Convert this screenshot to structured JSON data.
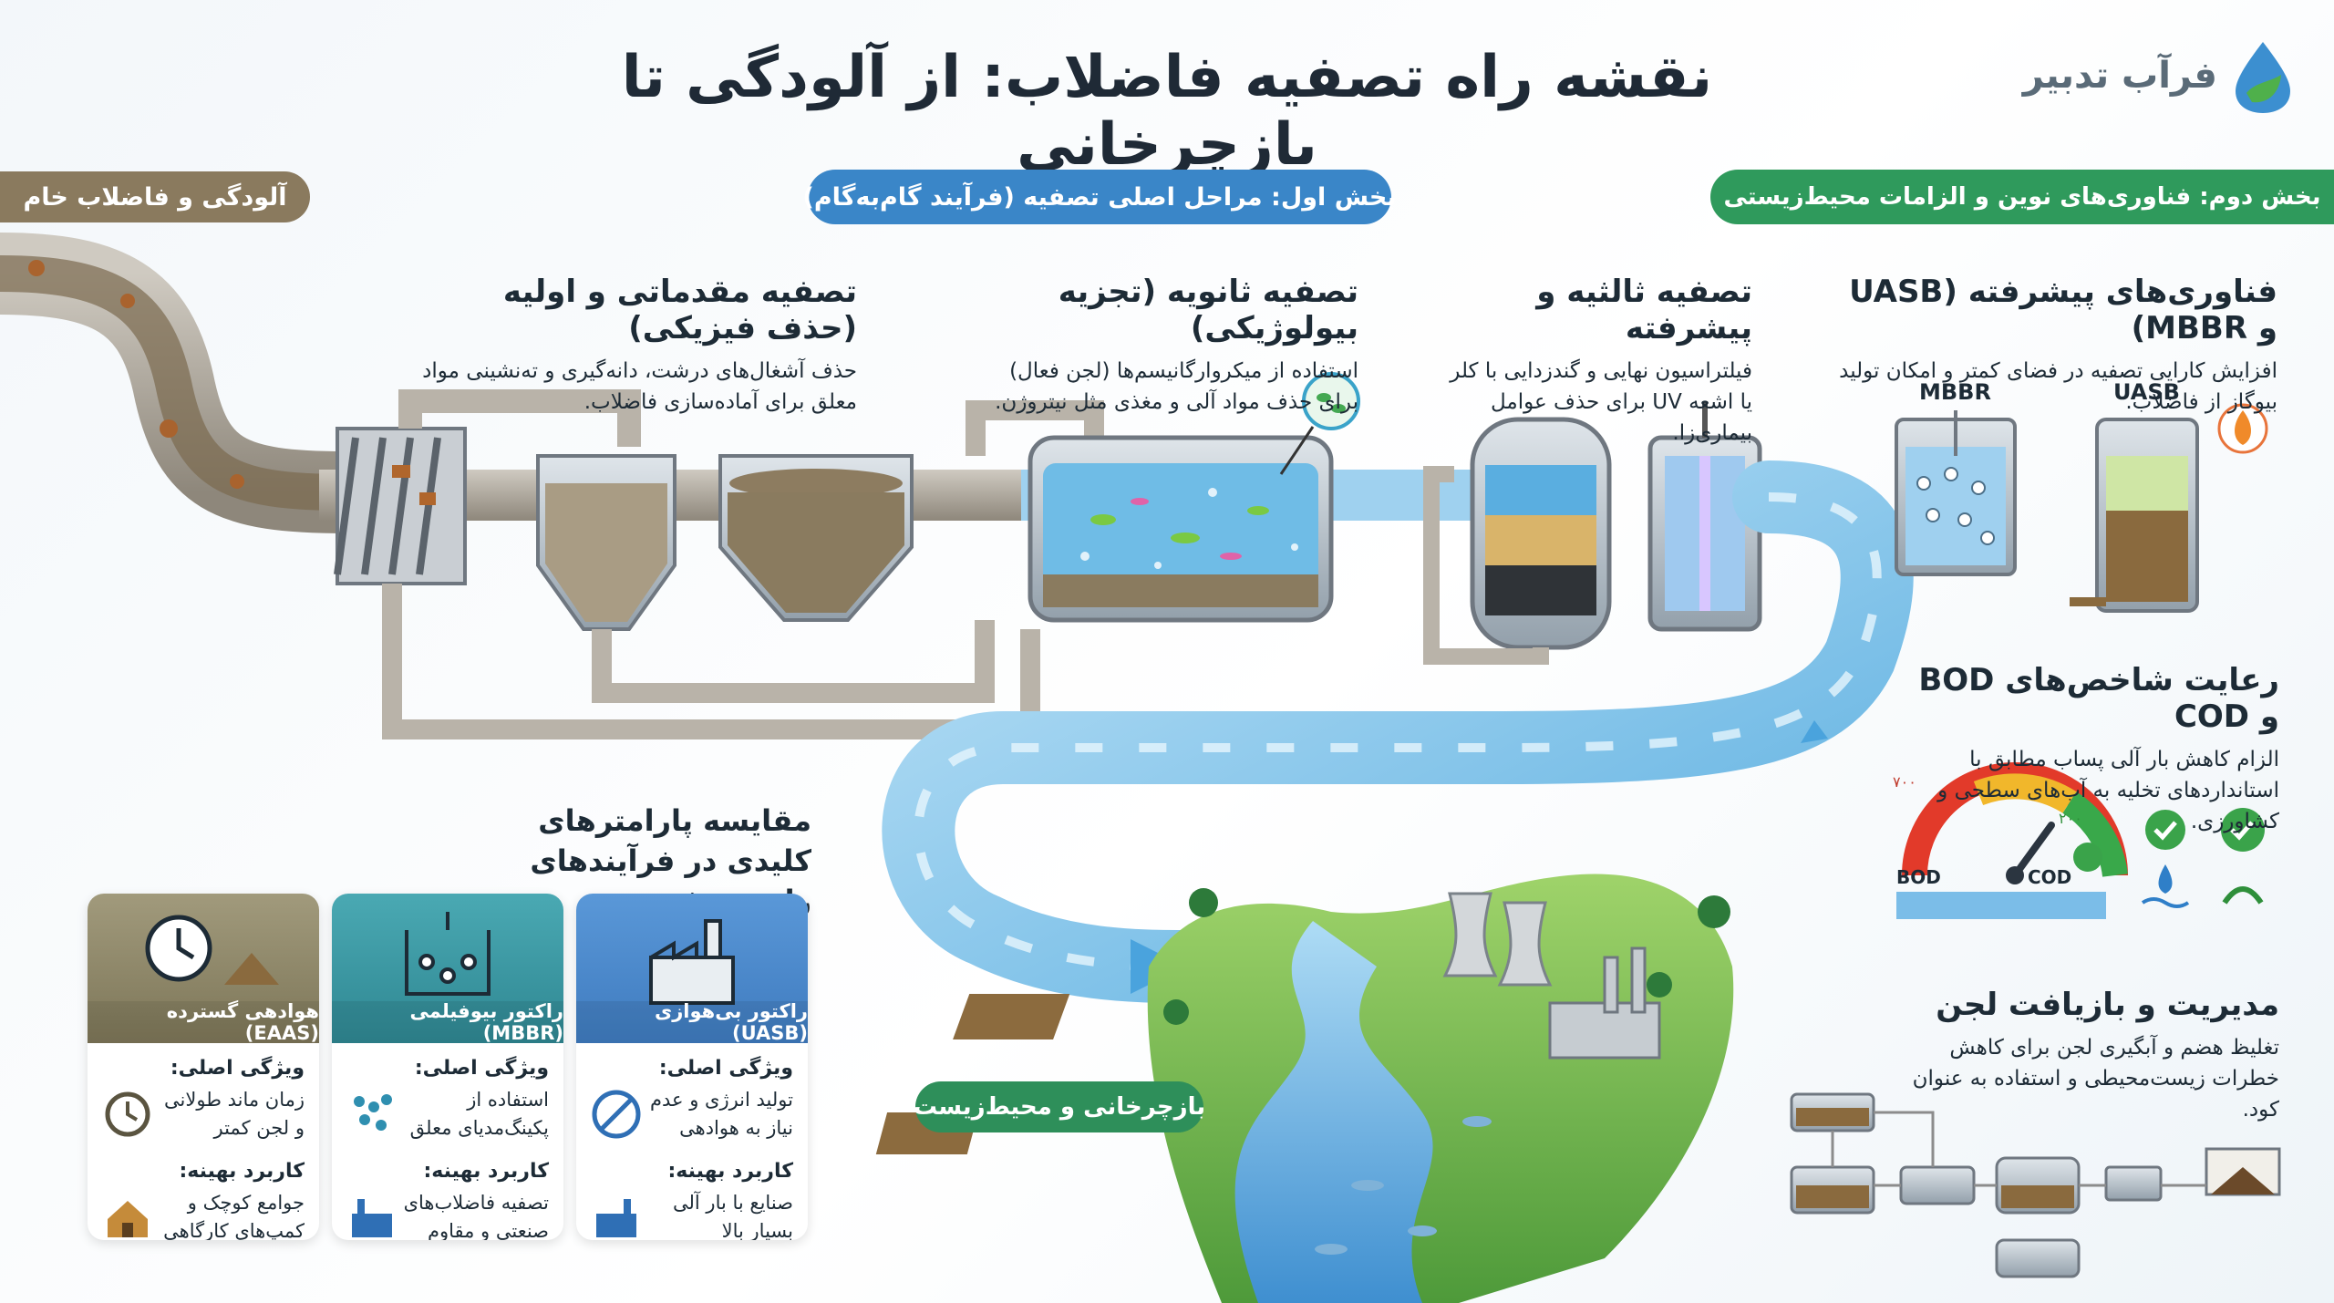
{
  "header": {
    "title": "نقشه راه تصفیه فاضلاب: از آلودگی تا بازچرخانی",
    "brand": "فرآب تدبیر"
  },
  "sections": {
    "raw": "آلودگی و فاضلاب خام",
    "part1": "بخش اول: مراحل اصلی تصفیه (فرآیند گام‌به‌گام)",
    "part2": "بخش دوم: فناوری‌های نوین و الزامات محیط‌زیستی",
    "recycle": "بازچرخانی و محیط‌زیست"
  },
  "stages": {
    "primary": {
      "title": "تصفیه مقدماتی و اولیه (حذف فیزیکی)",
      "desc": "حذف آشغال‌های درشت، دانه‌گیری و ته‌نشینی مواد معلق برای آماده‌سازی فاضلاب."
    },
    "secondary": {
      "title": "تصفیه ثانویه (تجزیه بیولوژیکی)",
      "desc": "استفاده از میکروارگانیسم‌ها (لجن فعال) برای حذف مواد آلی و مغذی مثل نیتروژن."
    },
    "tertiary": {
      "title": "تصفیه ثالثیه و پیشرفته",
      "desc": "فیلتراسیون نهایی و گندزدایی با کلر یا اشعه UV برای حذف عوامل بیماری‌زا."
    },
    "advanced": {
      "title": "فناوری‌های پیشرفته (UASB و MBBR)",
      "desc": "افزایش کارایی تصفیه در فضای کمتر و امکان تولید بیوگاز از فاضلاب.",
      "label_mbbr": "MBBR",
      "label_uasb": "UASB"
    },
    "bod": {
      "title": "رعایت شاخص‌های BOD و COD",
      "desc": "الزام کاهش بار آلی پساب مطابق با استانداردهای تخلیه به آب‌های سطحی و کشاورزی.",
      "gauge_bod": "BOD",
      "gauge_cod": "COD",
      "gauge_left": "۷۰۰",
      "gauge_right": "۲۰۰"
    },
    "sludge": {
      "title": "مدیریت و بازیافت لجن",
      "desc": "تغلیظ هضم و آبگیری لجن برای کاهش خطرات زیست‌محیطی و استفاده به عنوان کود."
    }
  },
  "compare": {
    "title": "مقایسه پارامترهای کلیدی در فرآیندهای رایج تصفیه.",
    "features_label": "ویژگی اصلی:",
    "use_label": "کاربرد بهینه:",
    "cards": [
      {
        "name": "راکتور بی‌هوازی (UASB)",
        "feature": "تولید انرژی و عدم نیاز به هوادهی",
        "use": "صنایع با بار آلی بسیار بالا",
        "color": "#4a86c8"
      },
      {
        "name": "راکتور بیوفیلمی (MBBR)",
        "feature": "استفاده از پکینگ‌مدیای معلق",
        "use": "تصفیه فاضلاب‌های صنعتی و مقاوم",
        "color": "#3e9aa6"
      },
      {
        "name": "هوادهی گسترده (EAAS)",
        "feature": "زمان ماند طولانی و لجن کمتر",
        "use": "جوامع کوچک و کمپ‌های کارگاهی",
        "color": "#8d8567"
      }
    ]
  },
  "colors": {
    "raw": "#8a7a5e",
    "part1": "#3a86c8",
    "part2": "#2f9a5c",
    "recycle": "#2e8f5a",
    "water": "#5aaee0"
  },
  "icons": [
    "drop-logo-icon",
    "clock-icon",
    "sludge-pile-icon",
    "mbbr-tank-icon",
    "factory-icon",
    "no-power-icon",
    "biofilm-icon",
    "house-icon",
    "check-icon",
    "water-drop-icon",
    "medal-icon",
    "flame-icon"
  ]
}
